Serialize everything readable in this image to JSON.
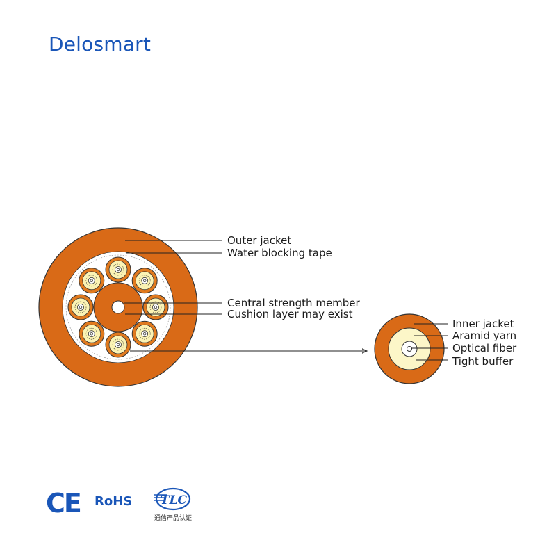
{
  "brand": {
    "name": "Delosmart",
    "color": "#1a56b8"
  },
  "colors": {
    "jacket": "#d96a17",
    "tube_ring": "#e17a1e",
    "fiber_fill": "#fbf3b4",
    "yarn_fill": "#fcf6c8",
    "gap": "#ffffff",
    "outline": "#333333",
    "line": "#222222"
  },
  "cable_labels": [
    "Outer jacket",
    "Water blocking tape",
    "Central strength member",
    "Cushion layer may exist"
  ],
  "fiber_labels": [
    "Inner jacket",
    "Aramid yarn",
    "Optical fiber",
    "Tight buffer"
  ],
  "certifications": {
    "ce": "CE",
    "rohs": "RoHS",
    "tlc": {
      "logo_text": "TLC",
      "subtitle": "通信产品认证"
    }
  }
}
